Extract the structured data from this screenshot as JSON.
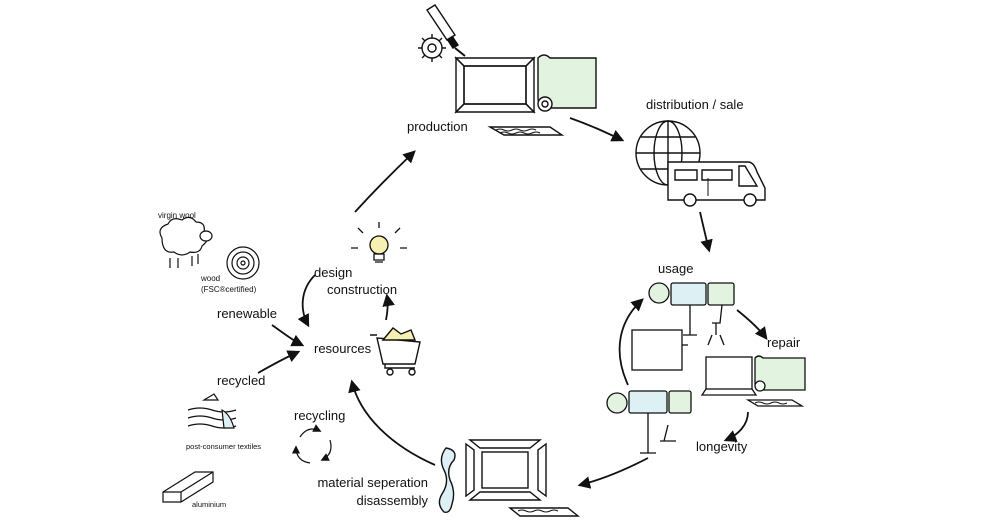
{
  "stages": {
    "production": "production",
    "distribution": "distribution / sale",
    "usage": "usage",
    "repair": "repair",
    "longevity": "longevity",
    "disassembly_line1": "material seperation",
    "disassembly_line2": "disassembly",
    "recycling": "recycling",
    "resources": "resources",
    "design_line1": "design",
    "design_line2": "construction"
  },
  "sources": {
    "renewable": "renewable",
    "recycled": "recycled",
    "virgin_wool": "virgin wool",
    "wood_line1": "wood",
    "wood_line2": "(FSC®certified)",
    "post_consumer": "post-consumer textiles",
    "aluminium": "aluminium"
  },
  "colors": {
    "stroke": "#111111",
    "pale_green": "#e2f4df",
    "pale_blue": "#ddf1f5",
    "bulb": "#f6f1b2"
  }
}
